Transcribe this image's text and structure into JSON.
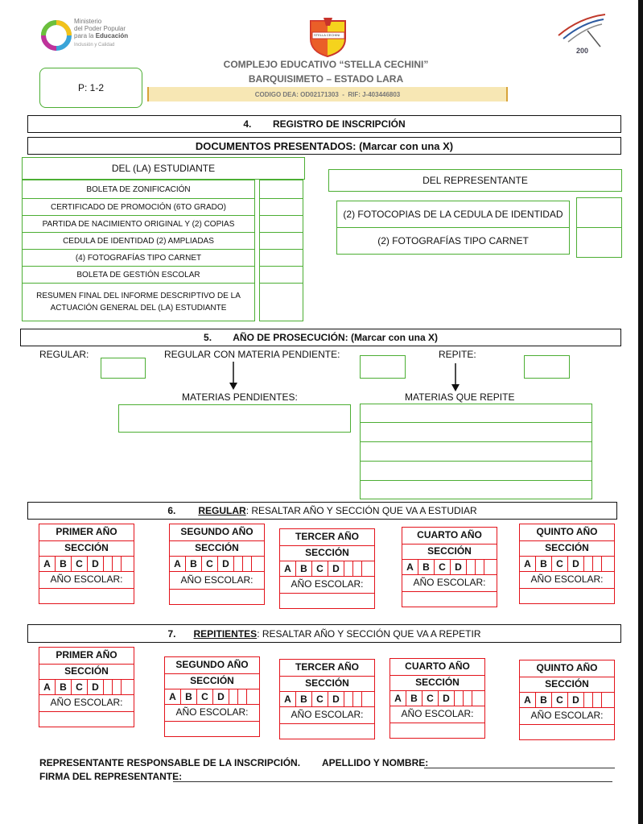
{
  "header": {
    "ministry_line1": "Ministerio",
    "ministry_line2": "del Poder Popular",
    "ministry_line3": "para la",
    "ministry_line3b": "Educación",
    "ministry_tagline": "Inclusión y Calidad",
    "school_name": "COMPLEJO EDUCATIVO “STELLA CECHINI”",
    "school_city": "BARQUISIMETO – ESTADO LARA",
    "school_codes": "CODIGO DEA: OD02171303  -  RIF: J-403446803",
    "crest_text": "STELLA CECHINI",
    "anniversary": "200",
    "page_code": "P: 1-2"
  },
  "section4": {
    "title": "4.        REGISTRO DE INSCRIPCIÓN",
    "docs_title": "DOCUMENTOS PRESENTADOS: (Marcar con una X)",
    "student_header": "DEL (LA) ESTUDIANTE",
    "student_docs": [
      "BOLETA DE ZONIFICACIÓN",
      "CERTIFICADO DE PROMOCIÓN (6TO GRADO)",
      "PARTIDA DE NACIMIENTO ORIGINAL Y (2) COPIAS",
      "CEDULA DE IDENTIDAD (2) AMPLIADAS",
      "(4) FOTOGRAFÍAS TIPO CARNET",
      "BOLETA DE GESTIÓN ESCOLAR",
      "RESUMEN FINAL DEL INFORME DESCRIPTIVO DE LA ACTUACIÓN GENERAL DEL (LA) ESTUDIANTE"
    ],
    "rep_header": "DEL REPRESENTANTE",
    "rep_docs": [
      "(2) FOTOCOPIAS DE LA CEDULA DE IDENTIDAD",
      "(2) FOTOGRAFÍAS TIPO CARNET"
    ]
  },
  "section5": {
    "title": "5.        AÑO DE PROSECUCIÓN: (Marcar con una X)",
    "regular": "REGULAR:",
    "regular_pending": "REGULAR CON MATERIA PENDIENTE:",
    "repite": "REPITE:",
    "pending_subjects": "MATERIAS PENDIENTES:",
    "repeat_subjects": "MATERIAS QUE REPITE"
  },
  "section6": {
    "number": "6.",
    "keyword": "REGULAR",
    "rest": ": RESALTAR AÑO Y SECCIÓN QUE VA A ESTUDIAR"
  },
  "section7": {
    "number": "7.",
    "keyword": "REPITIENTES",
    "rest": ": RESALTAR AÑO Y SECCIÓN QUE VA A REPETIR"
  },
  "years": [
    "PRIMER AÑO",
    "SEGUNDO AÑO",
    "TERCER AÑO",
    "CUARTO AÑO",
    "QUINTO AÑO"
  ],
  "section_label": "SECCIÓN",
  "letters": [
    "A",
    "B",
    "C",
    "D"
  ],
  "school_year_label": "AÑO ESCOLAR:",
  "footer": {
    "responsible": "REPRESENTANTE RESPONSABLE DE LA INSCRIPCIÓN.",
    "name_label": "APELLIDO Y NOMBRE:",
    "signature_label": "FIRMA DEL REPRESENTANTE:"
  },
  "colors": {
    "green": "#4cae33",
    "red": "#e3131b",
    "gold": "#f7e7b4"
  }
}
